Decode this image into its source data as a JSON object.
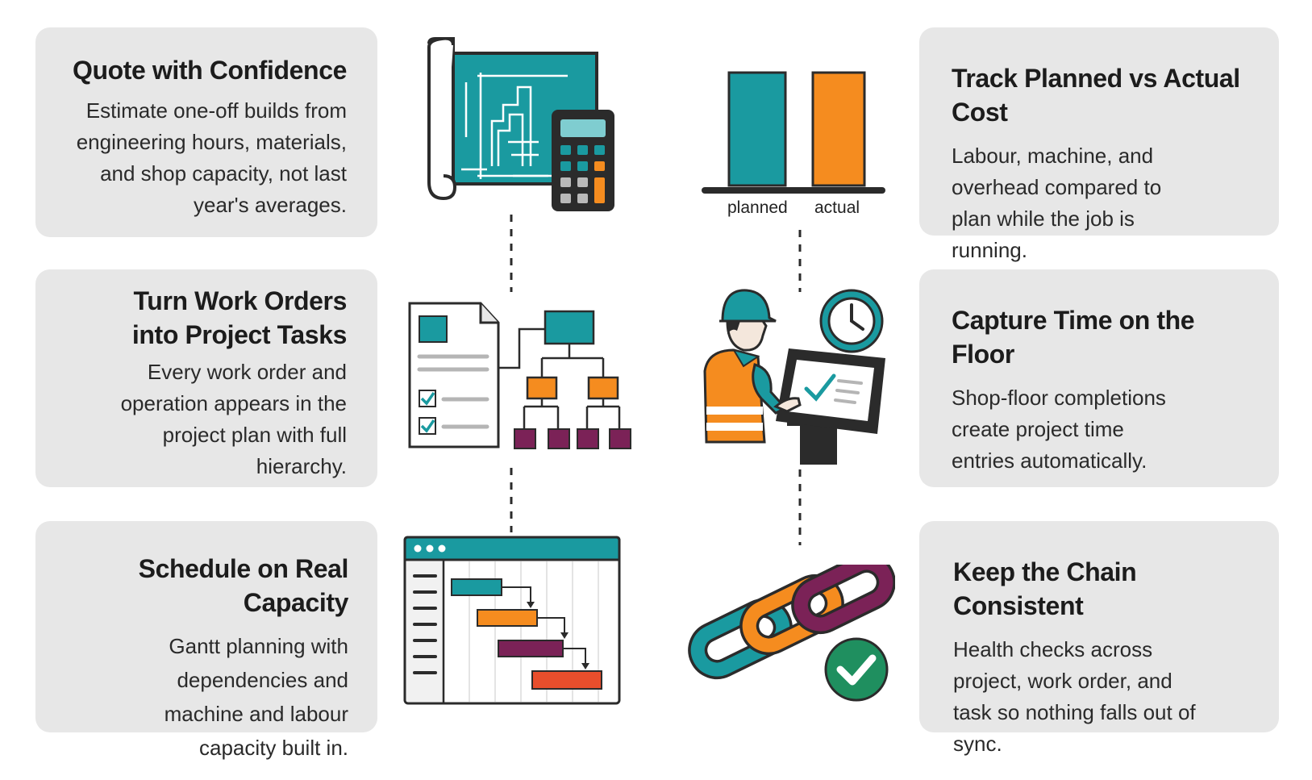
{
  "colors": {
    "card_background": "#e7e7e7",
    "teal": "#1a9aa0",
    "orange": "#f58c1f",
    "plum": "#7b2257",
    "red": "#e84e2c",
    "green": "#1f8f5f",
    "dark": "#2b2b2b"
  },
  "features": {
    "quote": {
      "title": "Quote with Confidence",
      "description": "Estimate one-off builds from engineering hours, materials, and shop capacity, not last year's averages."
    },
    "work_orders": {
      "title": "Turn Work Orders into Project Tasks",
      "description": "Every work order and operation appears in the project plan with full hierarchy."
    },
    "schedule": {
      "title": "Schedule on Real Capacity",
      "description": "Gantt planning with dependencies and machine and labour capacity built in."
    },
    "cost": {
      "title": "Track Planned vs Actual Cost",
      "description": "Labour, machine, and overhead compared to plan while the job is running."
    },
    "time": {
      "title": "Capture Time on the Floor",
      "description": "Shop-floor completions create project time entries automatically."
    },
    "chain": {
      "title": "Keep the Chain Consistent",
      "description": "Health checks across project, work order, and task so nothing falls out of sync."
    }
  },
  "cost_chart": {
    "planned_label": "planned",
    "actual_label": "actual"
  },
  "icons": {
    "quote": "blueprint-calculator-icon",
    "work_orders": "document-hierarchy-icon",
    "schedule": "gantt-chart-icon",
    "cost": "planned-actual-bars-icon",
    "time": "worker-kiosk-clock-icon",
    "chain": "chain-link-check-icon"
  }
}
